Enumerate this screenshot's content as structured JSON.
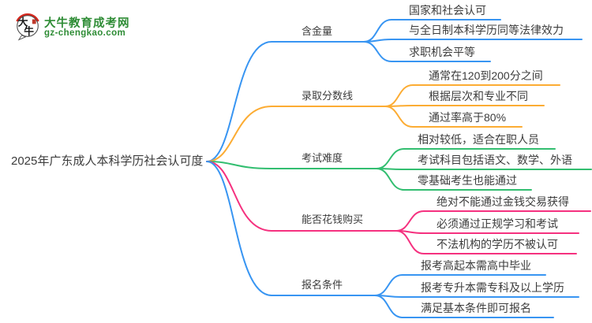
{
  "logo": {
    "icon_chars": [
      "大",
      "牛"
    ],
    "title": "大牛教育成考网",
    "subtitle": "gz-chengkao.com"
  },
  "center": {
    "label": "2025年广东成人本科学历社会认可度"
  },
  "colors": {
    "blue": "#3895F2",
    "orange": "#FCAC33",
    "green": "#32BE70",
    "pink": "#F5317F",
    "text": "#3C3C3C",
    "logo_green": "#2E8C35",
    "logo_red": "#D5281E"
  },
  "branches": [
    {
      "label": "含金量",
      "color": "blue",
      "children": [
        "国家和社会认可",
        "与全日制本科学历同等法律效力",
        "求职机会平等"
      ]
    },
    {
      "label": "录取分数线",
      "color": "orange",
      "children": [
        "通常在120到200分之间",
        "根据层次和专业不同",
        "通过率高于80%"
      ]
    },
    {
      "label": "考试难度",
      "color": "green",
      "children": [
        "相对较低，适合在职人员",
        "考试科目包括语文、数学、外语",
        "零基础考生也能通过"
      ]
    },
    {
      "label": "能否花钱购买",
      "color": "pink",
      "children": [
        "绝对不能通过金钱交易获得",
        "必须通过正规学习和考试",
        "不法机构的学历不被认可"
      ]
    },
    {
      "label": "报名条件",
      "color": "blue",
      "children": [
        "报考高起本需高中毕业",
        "报考专升本需专科及以上学历",
        "满足基本条件即可报名"
      ]
    }
  ]
}
